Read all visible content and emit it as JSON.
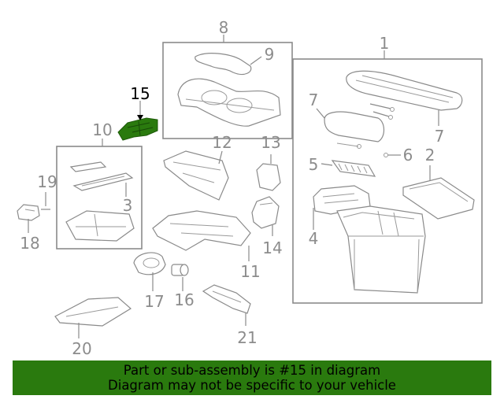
{
  "diagram": {
    "highlight_color": "#2a7a0e",
    "callouts": [
      {
        "id": "1",
        "label": "1"
      },
      {
        "id": "2",
        "label": "2"
      },
      {
        "id": "3",
        "label": "3"
      },
      {
        "id": "4",
        "label": "4"
      },
      {
        "id": "5",
        "label": "5"
      },
      {
        "id": "6",
        "label": "6"
      },
      {
        "id": "7a",
        "label": "7"
      },
      {
        "id": "7b",
        "label": "7"
      },
      {
        "id": "8",
        "label": "8"
      },
      {
        "id": "9",
        "label": "9"
      },
      {
        "id": "10",
        "label": "10"
      },
      {
        "id": "11",
        "label": "11"
      },
      {
        "id": "12",
        "label": "12"
      },
      {
        "id": "13",
        "label": "13"
      },
      {
        "id": "14",
        "label": "14"
      },
      {
        "id": "15",
        "label": "15",
        "highlighted": true
      },
      {
        "id": "16",
        "label": "16"
      },
      {
        "id": "17",
        "label": "17"
      },
      {
        "id": "18",
        "label": "18"
      },
      {
        "id": "19",
        "label": "19"
      },
      {
        "id": "20",
        "label": "20"
      },
      {
        "id": "21",
        "label": "21"
      }
    ]
  },
  "banner": {
    "line1": "Part or sub-assembly is #15 in diagram",
    "line2": "Diagram may not be specific to your vehicle",
    "background": "#2a7a0e"
  }
}
